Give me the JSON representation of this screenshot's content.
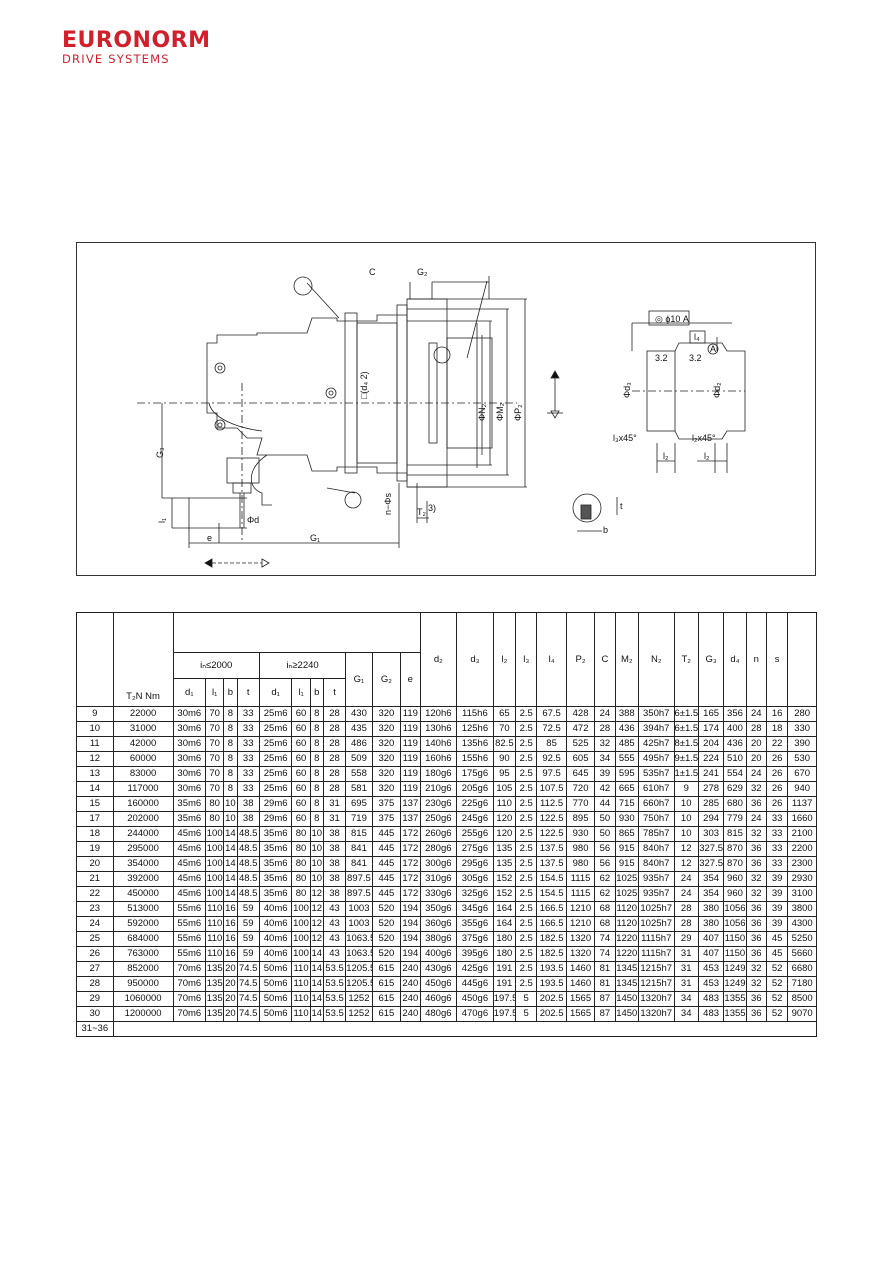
{
  "logo": {
    "line1": "EURONORM",
    "line2": "DRIVE SYSTEMS",
    "color": "#d21f2a"
  },
  "drawing": {
    "labels": {
      "C": "C",
      "G2": "G₂",
      "phi_d4": "□(d₄ 2)",
      "phi_N2": "ΦN₂",
      "phi_M2": "ΦM₂",
      "phi_P2": "ΦP₂",
      "G3": "G₃",
      "l1": "l₁",
      "phi_d": "Φd",
      "e": "e",
      "G1": "G₁",
      "n_s": "n−Φs",
      "T2": "T₂",
      "T2_note": "3)",
      "tol": "◎ ϕ10 A",
      "l4": "l₄",
      "r1": "3.2",
      "r2": "3.2",
      "A": "A",
      "d3": "Φd₃",
      "d2": "Φd₂",
      "l3x45": "l₃x45°",
      "l2x45": "l₂x45°",
      "l2": "l₂",
      "l2b": "l₂",
      "t": "t",
      "b": "b"
    }
  },
  "table": {
    "headers": {
      "t2n": "T₂N Nm",
      "in_le": "iₙ≤2000",
      "in_ge": "iₙ≥2240",
      "d1": "d₁",
      "l1": "l₁",
      "b": "b",
      "t": "t",
      "d1b": "d₁",
      "l1b": "l₁",
      "bb": "b",
      "tb": "t",
      "G1": "G₁",
      "G2": "G₂",
      "e": "e",
      "d2": "d₂",
      "d3": "d₃",
      "l2": "l₂",
      "l3": "l₃",
      "l4": "l₄",
      "P2": "P₂",
      "C": "C",
      "M2": "M₂",
      "N2": "N₂",
      "T2": "T₂",
      "G3": "G₃",
      "d4": "d₄",
      "n": "n",
      "s": "s"
    },
    "rows": [
      [
        "9",
        "22000",
        "30m6",
        "70",
        "8",
        "33",
        "25m6",
        "60",
        "8",
        "28",
        "430",
        "320",
        "119",
        "120h6",
        "115h6",
        "65",
        "2.5",
        "67.5",
        "428",
        "24",
        "388",
        "350h7",
        "6±1.5",
        "165",
        "356",
        "24",
        "16",
        "280"
      ],
      [
        "10",
        "31000",
        "30m6",
        "70",
        "8",
        "33",
        "25m6",
        "60",
        "8",
        "28",
        "435",
        "320",
        "119",
        "130h6",
        "125h6",
        "70",
        "2.5",
        "72.5",
        "472",
        "28",
        "436",
        "394h7",
        "6±1.5",
        "174",
        "400",
        "28",
        "18",
        "330"
      ],
      [
        "11",
        "42000",
        "30m6",
        "70",
        "8",
        "33",
        "25m6",
        "60",
        "8",
        "28",
        "486",
        "320",
        "119",
        "140h6",
        "135h6",
        "82.5",
        "2.5",
        "85",
        "525",
        "32",
        "485",
        "425h7",
        "8±1.5",
        "204",
        "436",
        "20",
        "22",
        "390"
      ],
      [
        "12",
        "60000",
        "30m6",
        "70",
        "8",
        "33",
        "25m6",
        "60",
        "8",
        "28",
        "509",
        "320",
        "119",
        "160h6",
        "155h6",
        "90",
        "2.5",
        "92.5",
        "605",
        "34",
        "555",
        "495h7",
        "9±1.5",
        "224",
        "510",
        "20",
        "26",
        "530"
      ],
      [
        "13",
        "83000",
        "30m6",
        "70",
        "8",
        "33",
        "25m6",
        "60",
        "8",
        "28",
        "558",
        "320",
        "119",
        "180g6",
        "175g6",
        "95",
        "2.5",
        "97.5",
        "645",
        "39",
        "595",
        "535h7",
        "1±1.5",
        "241",
        "554",
        "24",
        "26",
        "670"
      ],
      [
        "14",
        "117000",
        "30m6",
        "70",
        "8",
        "33",
        "25m6",
        "60",
        "8",
        "28",
        "581",
        "320",
        "119",
        "210g6",
        "205g6",
        "105",
        "2.5",
        "107.5",
        "720",
        "42",
        "665",
        "610h7",
        "9",
        "278",
        "629",
        "32",
        "26",
        "940"
      ],
      [
        "15",
        "160000",
        "35m6",
        "80",
        "10",
        "38",
        "29m6",
        "60",
        "8",
        "31",
        "695",
        "375",
        "137",
        "230g6",
        "225g6",
        "110",
        "2.5",
        "112.5",
        "770",
        "44",
        "715",
        "660h7",
        "10",
        "285",
        "680",
        "36",
        "26",
        "1137"
      ],
      [
        "17",
        "202000",
        "35m6",
        "80",
        "10",
        "38",
        "29m6",
        "60",
        "8",
        "31",
        "719",
        "375",
        "137",
        "250g6",
        "245g6",
        "120",
        "2.5",
        "122.5",
        "895",
        "50",
        "930",
        "750h7",
        "10",
        "294",
        "779",
        "24",
        "33",
        "1660"
      ],
      [
        "18",
        "244000",
        "45m6",
        "100",
        "14",
        "48.5",
        "35m6",
        "80",
        "10",
        "38",
        "815",
        "445",
        "172",
        "260g6",
        "255g6",
        "120",
        "2.5",
        "122.5",
        "930",
        "50",
        "865",
        "785h7",
        "10",
        "303",
        "815",
        "32",
        "33",
        "2100"
      ],
      [
        "19",
        "295000",
        "45m6",
        "100",
        "14",
        "48.5",
        "35m6",
        "80",
        "10",
        "38",
        "841",
        "445",
        "172",
        "280g6",
        "275g6",
        "135",
        "2.5",
        "137.5",
        "980",
        "56",
        "915",
        "840h7",
        "12",
        "327.5",
        "870",
        "36",
        "33",
        "2200"
      ],
      [
        "20",
        "354000",
        "45m6",
        "100",
        "14",
        "48.5",
        "35m6",
        "80",
        "10",
        "38",
        "841",
        "445",
        "172",
        "300g6",
        "295g6",
        "135",
        "2.5",
        "137.5",
        "980",
        "56",
        "915",
        "840h7",
        "12",
        "327.5",
        "870",
        "36",
        "33",
        "2300"
      ],
      [
        "21",
        "392000",
        "45m6",
        "100",
        "14",
        "48.5",
        "35m6",
        "80",
        "10",
        "38",
        "897.5",
        "445",
        "172",
        "310g6",
        "305g6",
        "152",
        "2.5",
        "154.5",
        "1115",
        "62",
        "1025",
        "935h7",
        "24",
        "354",
        "960",
        "32",
        "39",
        "2930"
      ],
      [
        "22",
        "450000",
        "45m6",
        "100",
        "14",
        "48.5",
        "35m6",
        "80",
        "12",
        "38",
        "897.5",
        "445",
        "172",
        "330g6",
        "325g6",
        "152",
        "2.5",
        "154.5",
        "1115",
        "62",
        "1025",
        "935h7",
        "24",
        "354",
        "960",
        "32",
        "39",
        "3100"
      ],
      [
        "23",
        "513000",
        "55m6",
        "110",
        "16",
        "59",
        "40m6",
        "100",
        "12",
        "43",
        "1003",
        "520",
        "194",
        "350g6",
        "345g6",
        "164",
        "2.5",
        "166.5",
        "1210",
        "68",
        "1120",
        "1025h7",
        "28",
        "380",
        "1056",
        "36",
        "39",
        "3800"
      ],
      [
        "24",
        "592000",
        "55m6",
        "110",
        "16",
        "59",
        "40m6",
        "100",
        "12",
        "43",
        "1003",
        "520",
        "194",
        "360g6",
        "355g6",
        "164",
        "2.5",
        "166.5",
        "1210",
        "68",
        "1120",
        "1025h7",
        "28",
        "380",
        "1056",
        "36",
        "39",
        "4300"
      ],
      [
        "25",
        "684000",
        "55m6",
        "110",
        "16",
        "59",
        "40m6",
        "100",
        "12",
        "43",
        "1063.5",
        "520",
        "194",
        "380g6",
        "375g6",
        "180",
        "2.5",
        "182.5",
        "1320",
        "74",
        "1220",
        "1115h7",
        "29",
        "407",
        "1150",
        "36",
        "45",
        "5250"
      ],
      [
        "26",
        "763000",
        "55m6",
        "110",
        "16",
        "59",
        "40m6",
        "100",
        "14",
        "43",
        "1063.5",
        "520",
        "194",
        "400g6",
        "395g6",
        "180",
        "2.5",
        "182.5",
        "1320",
        "74",
        "1220",
        "1115h7",
        "31",
        "407",
        "1150",
        "36",
        "45",
        "5660"
      ],
      [
        "27",
        "852000",
        "70m6",
        "135",
        "20",
        "74.5",
        "50m6",
        "110",
        "14",
        "53.5",
        "1205.5",
        "615",
        "240",
        "430g6",
        "425g6",
        "191",
        "2.5",
        "193.5",
        "1460",
        "81",
        "1345",
        "1215h7",
        "31",
        "453",
        "1249",
        "32",
        "52",
        "6680"
      ],
      [
        "28",
        "950000",
        "70m6",
        "135",
        "20",
        "74.5",
        "50m6",
        "110",
        "14",
        "53.5",
        "1205.5",
        "615",
        "240",
        "450g6",
        "445g6",
        "191",
        "2.5",
        "193.5",
        "1460",
        "81",
        "1345",
        "1215h7",
        "31",
        "453",
        "1249",
        "32",
        "52",
        "7180"
      ],
      [
        "29",
        "1060000",
        "70m6",
        "135",
        "20",
        "74.5",
        "50m6",
        "110",
        "14",
        "53.5",
        "1252",
        "615",
        "240",
        "460g6",
        "450g6",
        "197.5",
        "5",
        "202.5",
        "1565",
        "87",
        "1450",
        "1320h7",
        "34",
        "483",
        "1355",
        "36",
        "52",
        "8500"
      ],
      [
        "30",
        "1200000",
        "70m6",
        "135",
        "20",
        "74.5",
        "50m6",
        "110",
        "14",
        "53.5",
        "1252",
        "615",
        "240",
        "480g6",
        "470g6",
        "197.5",
        "5",
        "202.5",
        "1565",
        "87",
        "1450",
        "1320h7",
        "34",
        "483",
        "1355",
        "36",
        "52",
        "9070"
      ]
    ],
    "footer_label": "31~36"
  }
}
